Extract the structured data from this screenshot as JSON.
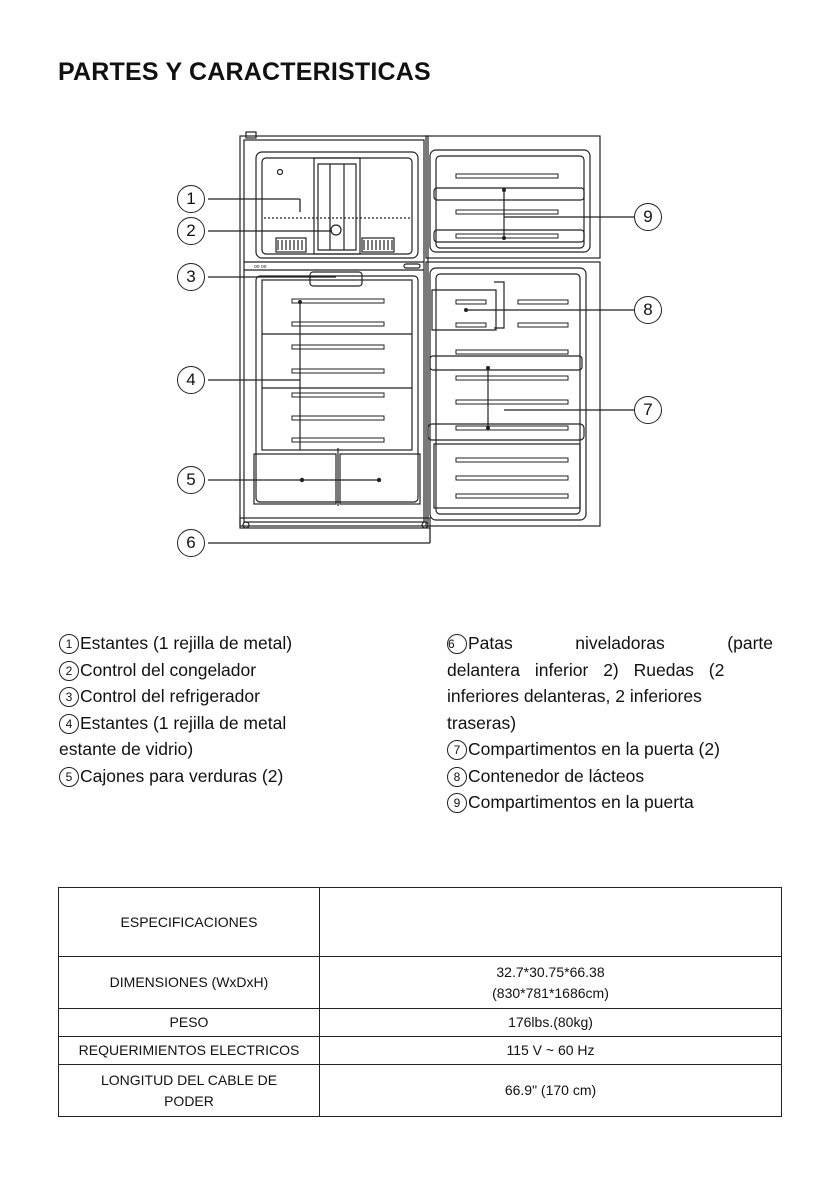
{
  "title": "PARTES Y CARACTERISTICAS",
  "callouts": [
    "1",
    "2",
    "3",
    "4",
    "5",
    "6",
    "7",
    "8",
    "9"
  ],
  "legend_left": [
    "Estantes (1 rejilla de metal)",
    "Control del congelador",
    "Control del refrigerador",
    "Estantes (1 rejilla de metal",
    "estante de vidrio)",
    "Cajones para verduras (2)"
  ],
  "legend_right": [
    "Patas niveladoras (parte",
    "delantera inferior 2) Ruedas (2",
    "inferiores delanteras, 2 inferiores",
    "traseras)",
    "Compartimentos en la puerta (2)",
    "Contenedor de lácteos",
    "Compartimentos en la puerta"
  ],
  "specs": {
    "header_label": "ESPECIFICACIONES",
    "header_value": "",
    "rows": [
      {
        "label": "DIMENSIONES (WxDxH)",
        "value_line1": "32.7*30.75*66.38",
        "value_line2": "(830*781*1686cm)"
      },
      {
        "label": "PESO",
        "value": "176lbs.(80kg)"
      },
      {
        "label": "REQUERIMIENTOS ELECTRICOS",
        "value": "115 V ~ 60 Hz"
      },
      {
        "label_line1": "LONGITUD DEL CABLE DE",
        "label_line2": "PODER",
        "value": "66.9\" (170 cm)"
      }
    ]
  }
}
